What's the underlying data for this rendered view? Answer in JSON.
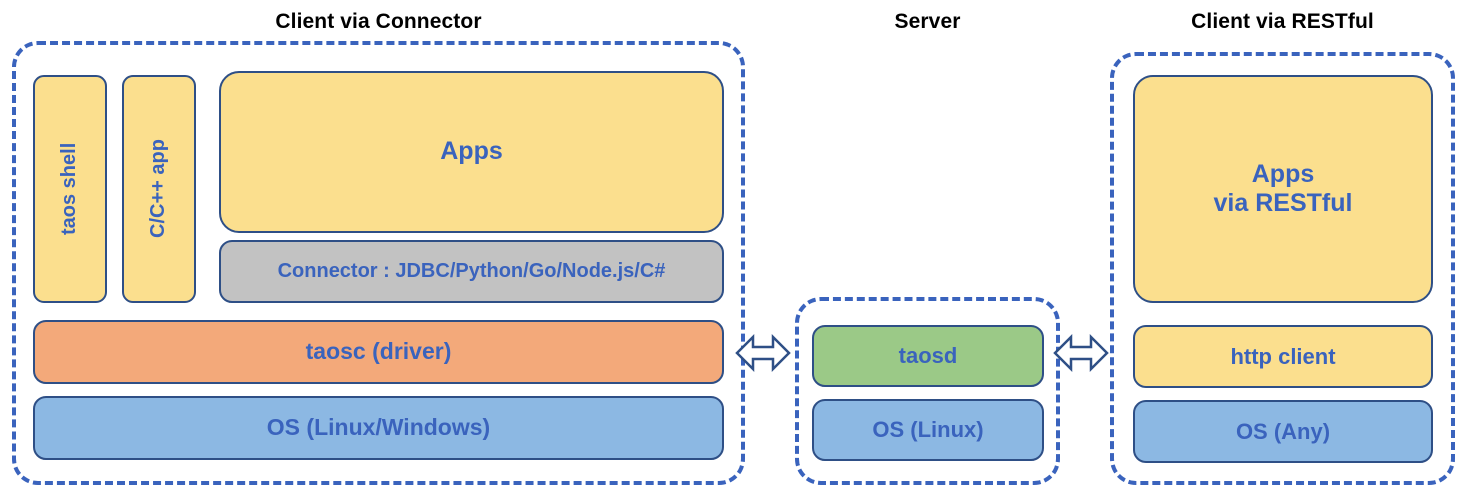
{
  "diagram": {
    "title_text_color": "#000000",
    "accent_blue": "#3a63bd",
    "border_blue": "#2e4f86",
    "colors": {
      "yellow": "#fbdf8e",
      "orange": "#f3a97a",
      "grey": "#c2c2c2",
      "blue": "#8cb8e3",
      "green": "#9bc987"
    },
    "groups": {
      "client_connector": {
        "title": "Client via Connector",
        "nodes": {
          "taos_shell": "taos shell",
          "cpp_app": "C/C++ app",
          "apps": "Apps",
          "connector": "Connector : JDBC/Python/Go/Node.js/C#",
          "taosc": "taosc (driver)",
          "os": "OS (Linux/Windows)"
        }
      },
      "server": {
        "title": "Server",
        "nodes": {
          "taosd": "taosd",
          "os": "OS (Linux)"
        }
      },
      "client_restful": {
        "title": "Client via RESTful",
        "nodes": {
          "apps_line1": "Apps",
          "apps_line2": "via RESTful",
          "http_client": "http client",
          "os": "OS (Any)"
        }
      }
    },
    "connections": {
      "left_arrow": "double-headed-arrow",
      "right_arrow": "double-headed-arrow"
    }
  }
}
